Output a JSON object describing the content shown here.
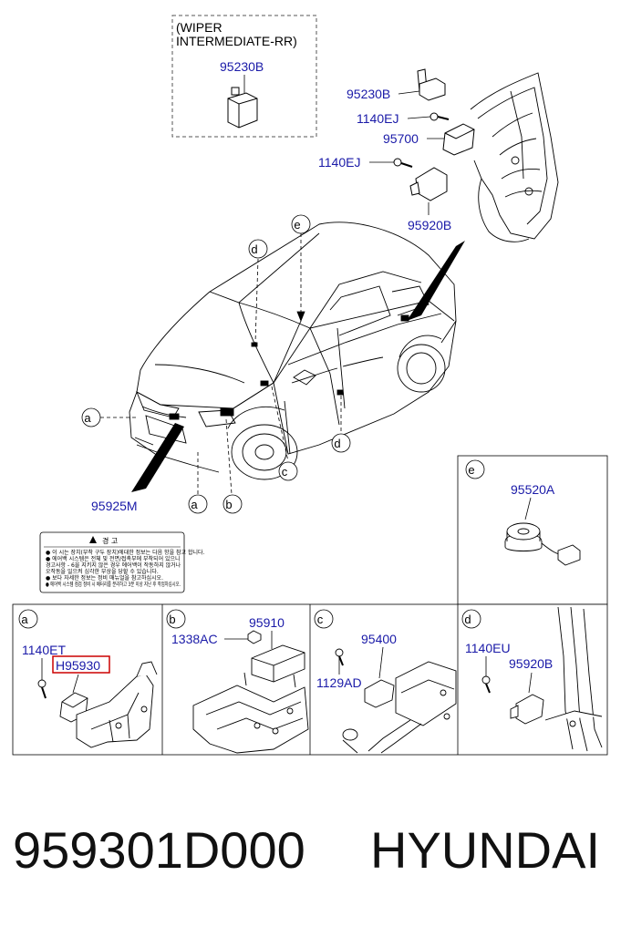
{
  "inset": {
    "title_line1": "(WIPER",
    "title_line2": "INTERMEDIATE-RR)",
    "part": "95230B"
  },
  "callouts_top": {
    "p1": "95230B",
    "p2": "1140EJ",
    "p3": "95700",
    "p4": "1140EJ",
    "p5": "95920B"
  },
  "car_markers": {
    "a1": "a",
    "a2": "a",
    "b": "b",
    "c": "c",
    "d1": "d",
    "d2": "d",
    "e": "e"
  },
  "main_part": "95925M",
  "warning_label": {
    "title": "경 고",
    "lines": [
      "● 이 시는 장치(부착 구두 장치)에대한 정보는 다음 항을 참고 합니다.",
      "● 에어백 시스템은 전체 및 전면/접촉부에 부착되어 있으니",
      "  경고사항 - 6을 지키지 않은 경우 에어백이 작동하지 않거나",
      "  오작동을 일으켜 심각한 부상을 당할 수 있습니다.",
      "● 보다 자세한 정보는 정비 매뉴얼을 참고하십시오.",
      "● 에어백 시스템 점검 정비 시 배터리를 분리하고 3분 이상 지난 후 작업하십시오."
    ]
  },
  "panel_e": {
    "letter": "e",
    "part": "95520A"
  },
  "panel_a": {
    "letter": "a",
    "part1": "1140ET",
    "part2": "H95930"
  },
  "panel_b": {
    "letter": "b",
    "part1": "1338AC",
    "part2": "95910"
  },
  "panel_c": {
    "letter": "c",
    "part1": "95400",
    "part2": "1129AD"
  },
  "panel_d": {
    "letter": "d",
    "part1": "1140EU",
    "part2": "95920B"
  },
  "footer": {
    "part_number": "959301D000",
    "brand": "HYUNDAI"
  },
  "colors": {
    "part_label": "#1a1aa8",
    "highlight_box": "#cc0000",
    "line": "#000000"
  }
}
